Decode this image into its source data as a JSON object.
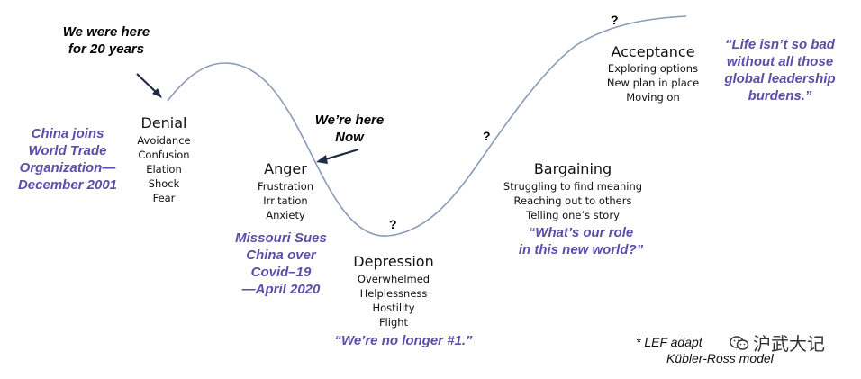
{
  "stages": {
    "denial": {
      "title": "Denial",
      "items": [
        "Avoidance",
        "Confusion",
        "Elation",
        "Shock",
        "Fear"
      ]
    },
    "anger": {
      "title": "Anger",
      "items": [
        "Frustration",
        "Irritation",
        "Anxiety"
      ]
    },
    "depression": {
      "title": "Depression",
      "items": [
        "Overwhelmed",
        "Helplessness",
        "Hostility",
        "Flight"
      ]
    },
    "bargaining": {
      "title": "Bargaining",
      "items": [
        "Struggling to find meaning",
        "Reaching out to others",
        "Telling one’s story"
      ]
    },
    "acceptance": {
      "title": "Acceptance",
      "items": [
        "Exploring options",
        "New plan in place",
        "Moving on"
      ]
    }
  },
  "annotations": {
    "were_here": [
      "We were here",
      "for 20 years"
    ],
    "here_now": [
      "We’re here",
      "Now"
    ],
    "china_wto": [
      "China joins",
      "World Trade",
      "Organization—",
      "December 2001"
    ],
    "missouri": [
      "Missouri Sues",
      "China over",
      "Covid–19",
      "—April 2020"
    ],
    "no_longer": "“We’re no longer #1.”",
    "our_role": [
      "“What’s our role",
      "in this new world?”"
    ],
    "life_isnt": [
      "“Life isn’t so bad",
      "without all those",
      "global leadership",
      "burdens.”"
    ]
  },
  "question_marks": {
    "depression": "?",
    "bargaining": "?",
    "acceptance": "?"
  },
  "footnote": [
    "* LEF adapt",
    "Kübler-Ross model"
  ],
  "watermark": {
    "text": "沪武大记",
    "icon": "wechat-icon"
  },
  "colors": {
    "curve": "#8a9bb8",
    "annotation_purple": "#5b4ea8",
    "arrow": "#1f2a44"
  }
}
